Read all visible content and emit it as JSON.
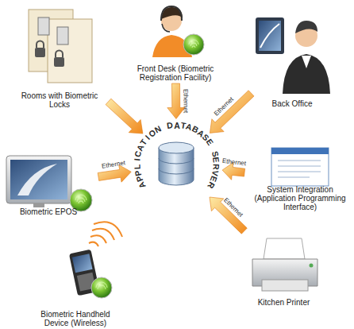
{
  "diagram": {
    "nodes": [
      {
        "text": [
          "Rooms with Biometric Locks"
        ]
      },
      {
        "text": [
          "Front Desk (Biometric Registration Facility)"
        ]
      },
      {
        "text": [
          "Back Office"
        ]
      },
      {
        "text": [
          "Biometric EPOS"
        ]
      },
      {
        "text": [
          "APPLICATION DATABASE SERVER"
        ]
      },
      {
        "text": [
          "System Integration (Application Programming Interface)"
        ]
      },
      {
        "text": [
          "Biometric Handheld Device (Wireless)"
        ]
      },
      {
        "text": [
          "Kitchen Printer"
        ]
      }
    ],
    "edges": [
      {
        "from": 0,
        "to": 4,
        "arrow": "to"
      },
      {
        "from": 1,
        "to": 4,
        "arrow": "to",
        "label": "Ethernet"
      },
      {
        "from": 2,
        "to": 4,
        "arrow": "to",
        "label": "Ethernet"
      },
      {
        "from": 3,
        "to": 4,
        "arrow": "to",
        "label": "Ethernet"
      },
      {
        "from": 5,
        "to": 4,
        "arrow": "to",
        "label": "Ethernet"
      },
      {
        "from": 7,
        "to": 4,
        "arrow": "to",
        "label": "Ethernet"
      }
    ]
  }
}
